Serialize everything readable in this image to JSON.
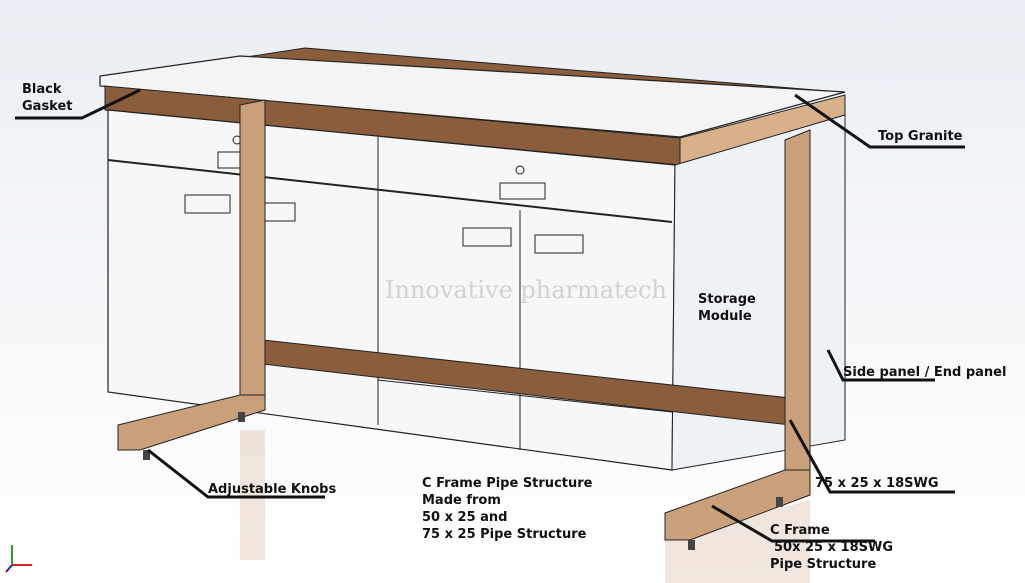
{
  "labels": {
    "black_gasket": [
      "Black",
      "Gasket"
    ],
    "top_granite": "Top Granite",
    "storage_module": [
      "Storage",
      "Module"
    ],
    "side_panel": "Side panel / End panel",
    "dimension_75": "75 x 25 x 18SWG",
    "c_frame": [
      "C Frame",
      "50x 25 x 18SWG",
      "Pipe Structure"
    ],
    "adjustable_knobs": "Adjustable Knobs",
    "c_frame_pipe": [
      "C Frame Pipe Structure",
      "Made from",
      "50 x 25 and",
      "75 x 25 Pipe Structure"
    ]
  },
  "watermark": "Innovative pharmatech",
  "colors": {
    "wood": "#c9a07a",
    "wood_dark": "#8a5d3c",
    "line": "#111111"
  }
}
